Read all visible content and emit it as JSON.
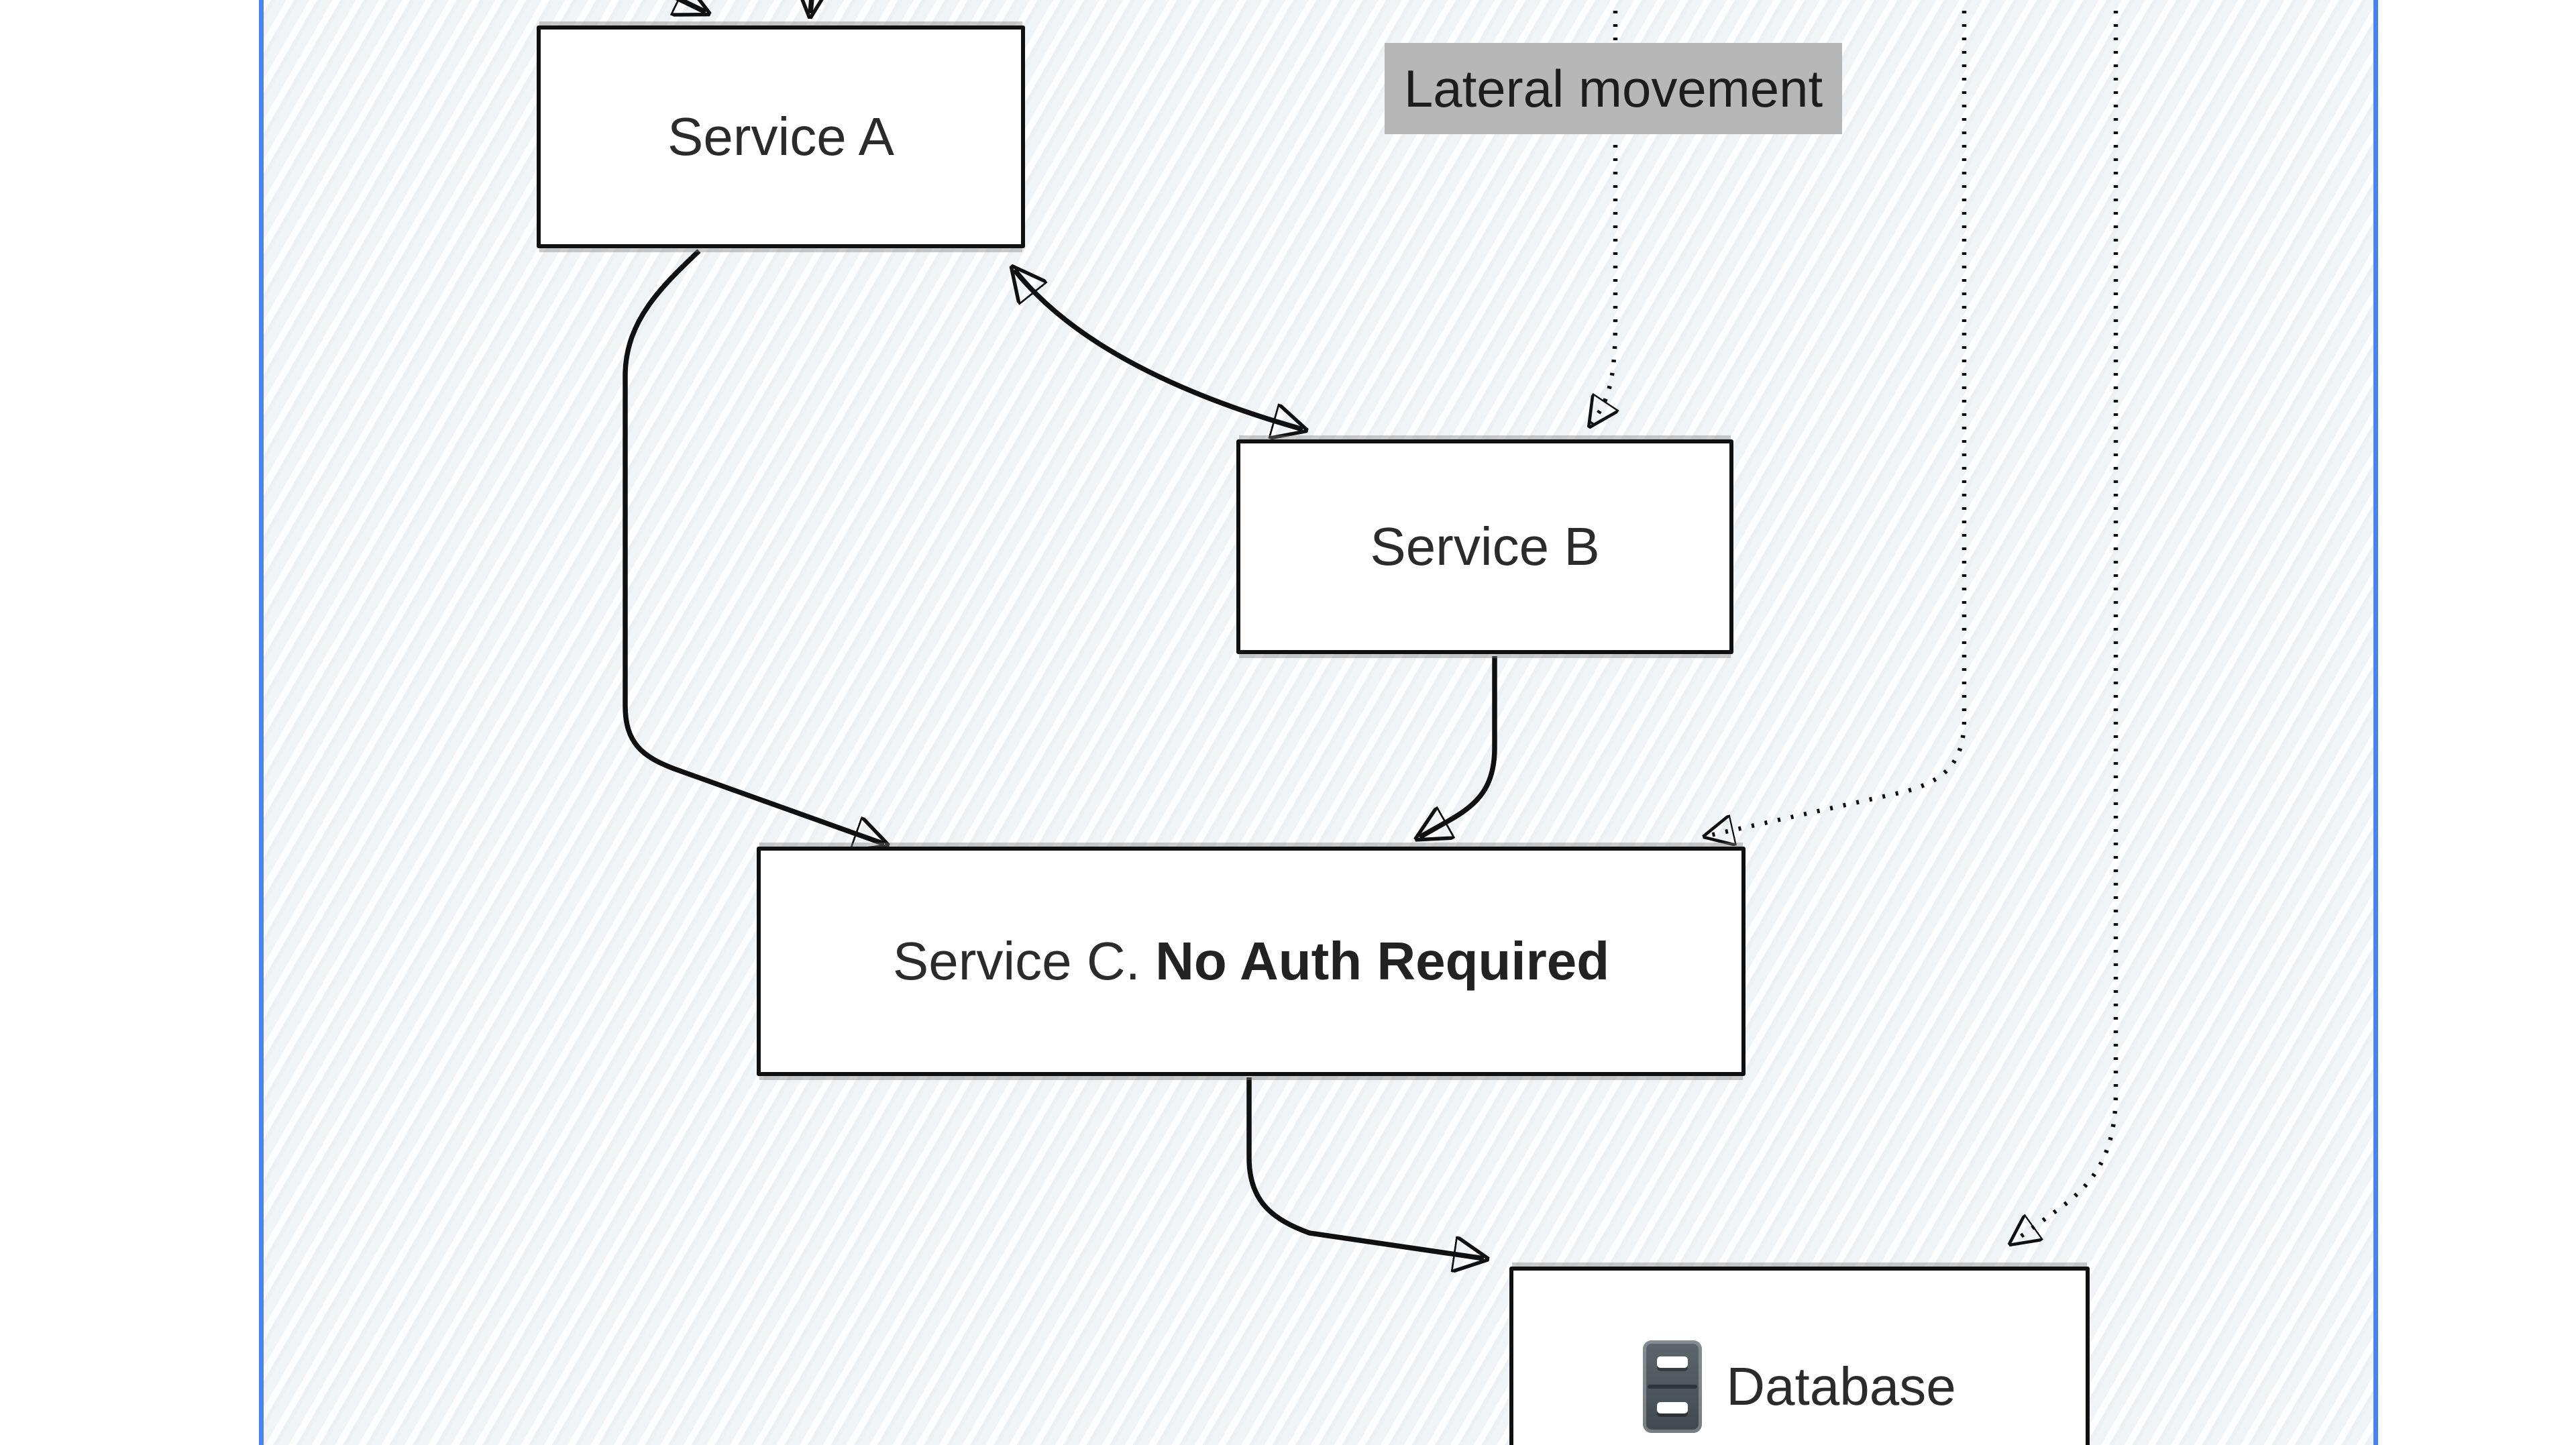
{
  "diagram": {
    "frame": {
      "selected": true,
      "border_color": "#4a82ee"
    },
    "nodes": {
      "service_a": {
        "label": "Service A"
      },
      "service_b": {
        "label": "Service B"
      },
      "service_c": {
        "label_prefix": "Service C. ",
        "label_bold": "No Auth Required"
      },
      "database": {
        "label": "Database",
        "icon": "file-cabinet-icon"
      }
    },
    "annotations": {
      "lateral_movement": {
        "text": "Lateral movement",
        "bg_color": "#b7b7b7"
      }
    },
    "edges": [
      {
        "id": "inbound-top-left-to-service-a",
        "style": "solid",
        "to": "service_a"
      },
      {
        "id": "inbound-top-right-to-service-a",
        "style": "solid",
        "to": "service_a"
      },
      {
        "id": "service-a-to-service-c",
        "style": "solid",
        "from": "service_a",
        "to": "service_c"
      },
      {
        "id": "service-a-service-b",
        "style": "solid",
        "from": "service_a",
        "to": "service_b",
        "bidirectional": true
      },
      {
        "id": "service-b-to-service-c",
        "style": "solid",
        "from": "service_b",
        "to": "service_c"
      },
      {
        "id": "service-c-to-database",
        "style": "solid",
        "from": "service_c",
        "to": "database"
      },
      {
        "id": "lateral-movement-to-service-b",
        "style": "dotted",
        "to": "service_b",
        "label": "Lateral movement"
      },
      {
        "id": "lateral-movement-to-service-c",
        "style": "dotted",
        "to": "service_c"
      },
      {
        "id": "lateral-movement-to-database",
        "style": "dotted",
        "to": "database"
      }
    ],
    "colors": {
      "stroke": "#101010",
      "node_fill": "#ffffff",
      "text": "#2b2b2b",
      "selection_blue": "#4a82ee",
      "label_bg": "#b7b7b7",
      "canvas_base": "#f1f4f6"
    }
  }
}
